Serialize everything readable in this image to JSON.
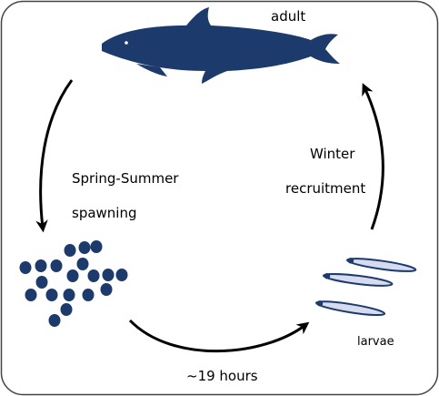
{
  "labels": {
    "adult": "adult",
    "spawning_season": "Spring-Summer",
    "spawning": "spawning",
    "recruitment_season": "Winter",
    "recruitment": "recruitment",
    "larvae": "larvae",
    "duration": "~19 hours"
  },
  "colors": {
    "fish": "#1c3a6b",
    "larvae_fill": "#d6dbf0",
    "larvae_stroke": "#1c3a6b",
    "arrow": "#000000",
    "border": "#444444"
  },
  "stages": [
    "adult",
    "eggs",
    "larvae"
  ],
  "icons": {
    "adult": "sardine-icon",
    "eggs": "egg-cluster-icon",
    "larvae": "larva-icon"
  }
}
